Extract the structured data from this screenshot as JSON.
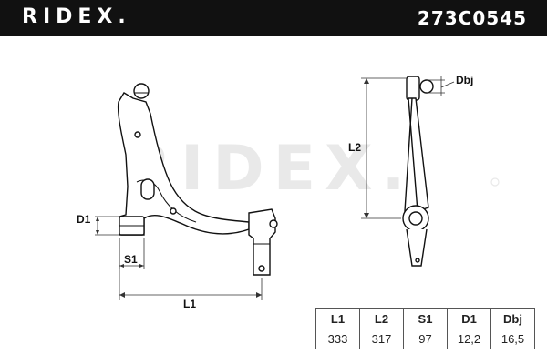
{
  "header": {
    "brand": "RIDEX.",
    "part_number": "273C0545"
  },
  "watermark": {
    "text": "RIDEX."
  },
  "dimension_labels": {
    "l1": "L1",
    "l2": "L2",
    "s1": "S1",
    "d1": "D1",
    "dbj": "Dbj"
  },
  "spec_table": {
    "headers": [
      "L1",
      "L2",
      "S1",
      "D1",
      "Dbj"
    ],
    "values": [
      "333",
      "317",
      "97",
      "12,2",
      "16,5"
    ]
  }
}
